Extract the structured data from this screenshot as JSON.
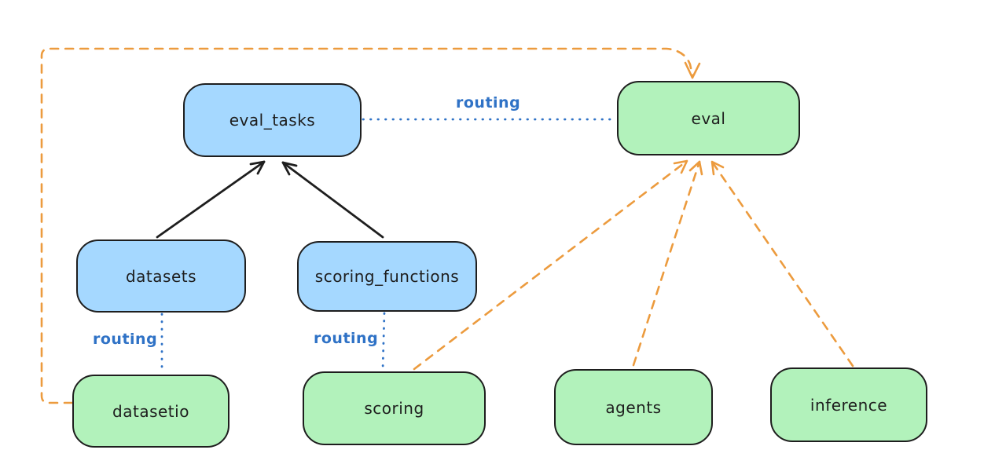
{
  "colors": {
    "background": "#ffffff",
    "node_stroke": "#1e1e1e",
    "blue_node_fill": "#a5d8ff",
    "green_node_fill": "#b2f2bb",
    "routing_blue": "#2f72c6",
    "arrow_orange": "#ec9b3e",
    "arrow_black": "#1e1e1e"
  },
  "diagram": {
    "nodes": [
      {
        "id": "eval_tasks",
        "label": "eval_tasks",
        "fill": "blue"
      },
      {
        "id": "eval",
        "label": "eval",
        "fill": "green"
      },
      {
        "id": "datasets",
        "label": "datasets",
        "fill": "blue"
      },
      {
        "id": "scoring_functions",
        "label": "scoring_functions",
        "fill": "blue"
      },
      {
        "id": "datasetio",
        "label": "datasetio",
        "fill": "green"
      },
      {
        "id": "scoring",
        "label": "scoring",
        "fill": "green"
      },
      {
        "id": "agents",
        "label": "agents",
        "fill": "green"
      },
      {
        "id": "inference",
        "label": "inference",
        "fill": "green"
      }
    ],
    "edges": [
      {
        "from": "datasets",
        "to": "eval_tasks",
        "style": "solid-arrow",
        "color": "black"
      },
      {
        "from": "scoring_functions",
        "to": "eval_tasks",
        "style": "solid-arrow",
        "color": "black"
      },
      {
        "from": "eval_tasks",
        "to": "eval",
        "style": "dotted",
        "color": "blue",
        "label": "routing"
      },
      {
        "from": "datasets",
        "to": "datasetio",
        "style": "dotted",
        "color": "blue",
        "label": "routing"
      },
      {
        "from": "scoring_functions",
        "to": "scoring",
        "style": "dotted",
        "color": "blue",
        "label": "routing"
      },
      {
        "from": "datasetio",
        "to": "eval",
        "style": "dashed-arrow",
        "color": "orange"
      },
      {
        "from": "scoring",
        "to": "eval",
        "style": "dashed-arrow",
        "color": "orange"
      },
      {
        "from": "agents",
        "to": "eval",
        "style": "dashed-arrow",
        "color": "orange"
      },
      {
        "from": "inference",
        "to": "eval",
        "style": "dashed-arrow",
        "color": "orange"
      }
    ]
  }
}
